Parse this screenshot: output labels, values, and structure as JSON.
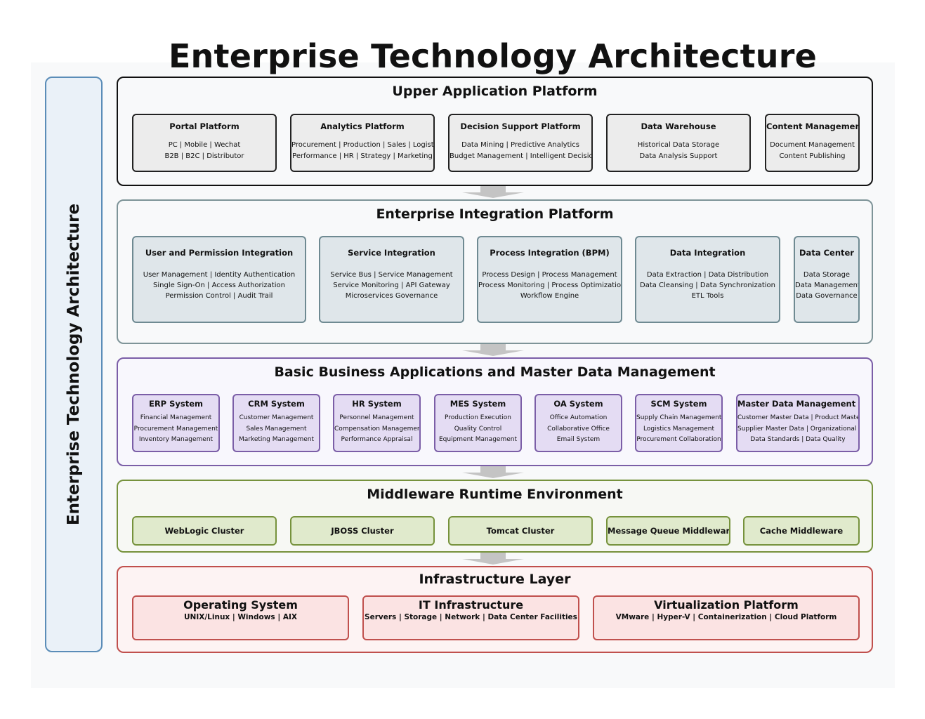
{
  "title": "Enterprise Technology Architecture",
  "side_label": "Enterprise Technology Architecture",
  "layers": {
    "upper": {
      "title": "Upper Application Platform",
      "boxes": [
        {
          "title": "Portal Platform",
          "lines": [
            "PC | Mobile | Wechat",
            "B2B | B2C | Distributor"
          ]
        },
        {
          "title": "Analytics Platform",
          "lines": [
            "Procurement | Production | Sales | Logistics",
            "Performance | HR | Strategy | Marketing"
          ]
        },
        {
          "title": "Decision Support Platform",
          "lines": [
            "Data Mining | Predictive Analytics",
            "Budget Management | Intelligent Decision"
          ]
        },
        {
          "title": "Data Warehouse",
          "lines": [
            "Historical Data Storage",
            "Data Analysis Support"
          ]
        },
        {
          "title": "Content Management",
          "lines": [
            "Document Management",
            "Content Publishing"
          ]
        }
      ]
    },
    "integration": {
      "title": "Enterprise Integration Platform",
      "boxes": [
        {
          "title": "User and Permission Integration",
          "lines": [
            "User Management | Identity Authentication",
            "Single Sign-On | Access Authorization",
            "Permission Control | Audit Trail"
          ]
        },
        {
          "title": "Service Integration",
          "lines": [
            "Service Bus | Service Management",
            "Service Monitoring | API Gateway",
            "Microservices Governance"
          ]
        },
        {
          "title": "Process Integration (BPM)",
          "lines": [
            "Process Design | Process Management",
            "Process Monitoring | Process Optimization",
            "Workflow Engine"
          ]
        },
        {
          "title": "Data Integration",
          "lines": [
            "Data Extraction | Data Distribution",
            "Data Cleansing | Data Synchronization",
            "ETL Tools"
          ]
        },
        {
          "title": "Data Center",
          "lines": [
            "Data Storage",
            "Data Management",
            "Data Governance"
          ]
        }
      ]
    },
    "business": {
      "title": "Basic Business Applications and Master Data Management",
      "boxes": [
        {
          "title": "ERP System",
          "lines": [
            "Financial Management",
            "Procurement Management",
            "Inventory Management"
          ]
        },
        {
          "title": "CRM System",
          "lines": [
            "Customer Management",
            "Sales Management",
            "Marketing Management"
          ]
        },
        {
          "title": "HR System",
          "lines": [
            "Personnel Management",
            "Compensation Management",
            "Performance Appraisal"
          ]
        },
        {
          "title": "MES System",
          "lines": [
            "Production Execution",
            "Quality Control",
            "Equipment Management"
          ]
        },
        {
          "title": "OA System",
          "lines": [
            "Office Automation",
            "Collaborative Office",
            "Email System"
          ]
        },
        {
          "title": "SCM System",
          "lines": [
            "Supply Chain Management",
            "Logistics Management",
            "Procurement Collaboration"
          ]
        },
        {
          "title": "Master Data Management (MDM)",
          "lines": [
            "Customer Master Data | Product Master Data",
            "Supplier Master Data | Organizational Structure",
            "Data Standards | Data Quality"
          ]
        }
      ]
    },
    "middleware": {
      "title": "Middleware Runtime Environment",
      "boxes": [
        {
          "title": "WebLogic Cluster"
        },
        {
          "title": "JBOSS Cluster"
        },
        {
          "title": "Tomcat Cluster"
        },
        {
          "title": "Message Queue Middleware"
        },
        {
          "title": "Cache Middleware"
        }
      ]
    },
    "infrastructure": {
      "title": "Infrastructure Layer",
      "boxes": [
        {
          "title": "Operating System",
          "lines": [
            "UNIX/Linux | Windows | AIX"
          ]
        },
        {
          "title": "IT Infrastructure",
          "lines": [
            "Servers | Storage | Network | Data Center Facilities"
          ]
        },
        {
          "title": "Virtualization Platform",
          "lines": [
            "VMware | Hyper-V | Containerization | Cloud Platform"
          ]
        }
      ]
    }
  }
}
